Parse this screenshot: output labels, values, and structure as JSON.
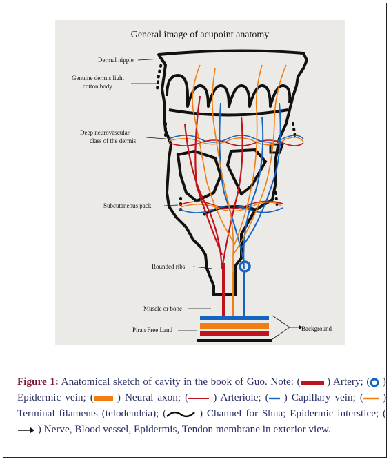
{
  "diagram": {
    "title": "General image of acupoint anatomy",
    "labels": {
      "dermal_nipple": "Dermal nipple",
      "genuine_dermis_1": "Genuine dermis light",
      "genuine_dermis_2": "cotton body",
      "deep_neuro_1": "Deep neurovascular",
      "deep_neuro_2": "class of the dermis",
      "subcutaneous": "Subcutaneous pack",
      "rounded_ribs": "Rounded ribs",
      "muscle_bone": "Muscle or bone",
      "piran": "Piran Free Land",
      "background": "Background"
    }
  },
  "caption": {
    "label": "Figure 1:",
    "text1": "Anatomical sketch of cavity in the book of Guo. Note: (",
    "t_artery": ") Artery; (",
    "t_epidermic_vein": ") Epidermic vein; (",
    "t_neural_axon": ") Neural axon; (",
    "t_arteriole": ") Arteriole; (",
    "t_capillary_vein": ") Capillary vein; (",
    "t_terminal": ") Terminal filaments (telodendria); (",
    "t_channel": ") Channel for Shua; Epidermic interstice; (",
    "t_nerve": ") Nerve, Blood vessel, Epidermis, Tendon membrane in exterior view."
  },
  "colors": {
    "artery": "#c0131c",
    "vein": "#1565c0",
    "axon": "#f07e12",
    "outline": "#111111",
    "caption_text": "#2a2f64",
    "caption_label": "#7a1530"
  }
}
